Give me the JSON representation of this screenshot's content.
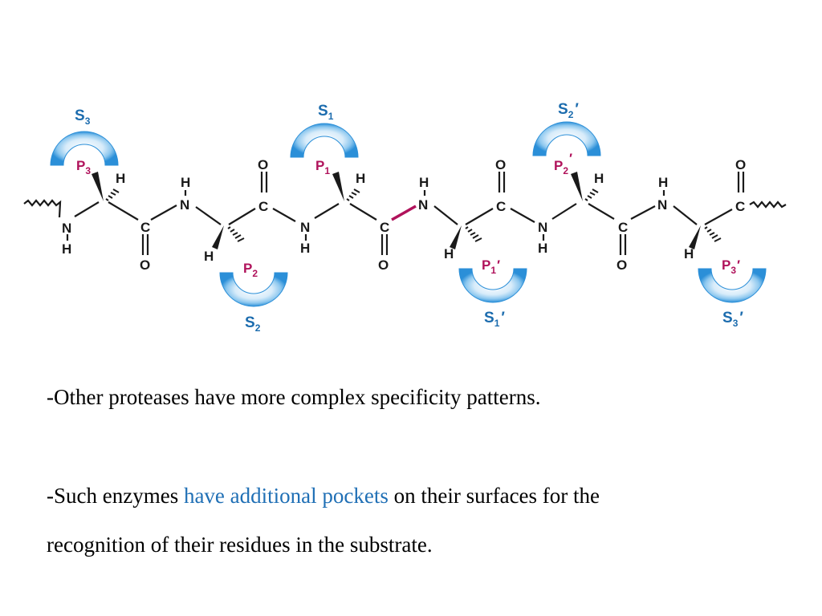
{
  "diagram": {
    "atoms": {
      "N": "N",
      "C": "C",
      "H": "H",
      "O": "O"
    },
    "residues": {
      "p3": "P",
      "p2": "P",
      "p1": "P",
      "p1p": "P",
      "p2p": "P",
      "p3p": "P"
    },
    "residue_subscripts": {
      "p3": "3",
      "p2": "2",
      "p1": "1",
      "p1p": "1",
      "p2p": "2",
      "p3p": "3"
    },
    "subsites": {
      "s3": "S",
      "s2": "S",
      "s1": "S",
      "s1p": "S",
      "s2p": "S",
      "s3p": "S"
    },
    "subsite_subscripts": {
      "s3": "3",
      "s2": "2",
      "s1": "1",
      "s1p": "1",
      "s2p": "2",
      "s3p": "3"
    },
    "prime": "′",
    "colors": {
      "pocket": "#8ec8ef",
      "pocket_dark": "#2b8fd8",
      "residue": "#b0125b",
      "subsite": "#1c6cae",
      "scissile_bond": "#b0125b"
    }
  },
  "text": {
    "line1": "-Other proteases have more complex specificity patterns.",
    "line2_start": "-Such enzymes ",
    "line2_highlight": "have additional pockets",
    "line2_end": " on their surfaces for the",
    "line3": "recognition of their residues in the substrate."
  }
}
